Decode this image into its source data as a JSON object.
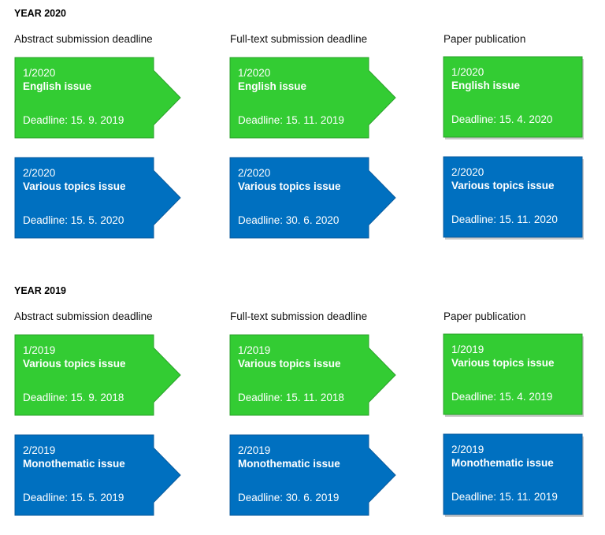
{
  "colors": {
    "green": "#33cc33",
    "blue": "#0070c0"
  },
  "years": [
    {
      "title": "YEAR 2020",
      "columns": [
        "Abstract submission deadline",
        "Full-text submission deadline",
        "Paper publication"
      ],
      "rows": [
        {
          "color": "green",
          "cells": [
            {
              "issue": "1/2020",
              "title": "English issue",
              "deadline": "Deadline: 15. 9. 2019"
            },
            {
              "issue": "1/2020",
              "title": "English issue",
              "deadline": "Deadline: 15. 11. 2019"
            },
            {
              "issue": "1/2020",
              "title": "English issue",
              "deadline": "Deadline: 15. 4. 2020"
            }
          ]
        },
        {
          "color": "blue",
          "cells": [
            {
              "issue": "2/2020",
              "title": "Various topics issue",
              "deadline": "Deadline: 15. 5. 2020"
            },
            {
              "issue": "2/2020",
              "title": "Various topics issue",
              "deadline": "Deadline: 30. 6. 2020"
            },
            {
              "issue": "2/2020",
              "title": "Various topics issue",
              "deadline": "Deadline: 15. 11. 2020"
            }
          ]
        }
      ]
    },
    {
      "title": "YEAR 2019",
      "columns": [
        "Abstract submission deadline",
        "Full-text submission deadline",
        "Paper publication"
      ],
      "rows": [
        {
          "color": "green",
          "cells": [
            {
              "issue": "1/2019",
              "title": "Various topics issue",
              "deadline": "Deadline: 15. 9. 2018"
            },
            {
              "issue": "1/2019",
              "title": "Various topics issue",
              "deadline": "Deadline: 15. 11. 2018"
            },
            {
              "issue": "1/2019",
              "title": "Various topics issue",
              "deadline": "Deadline: 15. 4. 2019"
            }
          ]
        },
        {
          "color": "blue",
          "cells": [
            {
              "issue": "2/2019",
              "title": "Monothematic issue",
              "deadline": "Deadline: 15. 5. 2019"
            },
            {
              "issue": "2/2019",
              "title": "Monothematic issue",
              "deadline": "Deadline: 30. 6. 2019"
            },
            {
              "issue": "2/2019",
              "title": "Monothematic issue",
              "deadline": "Deadline: 15. 11. 2019"
            }
          ]
        }
      ]
    }
  ]
}
